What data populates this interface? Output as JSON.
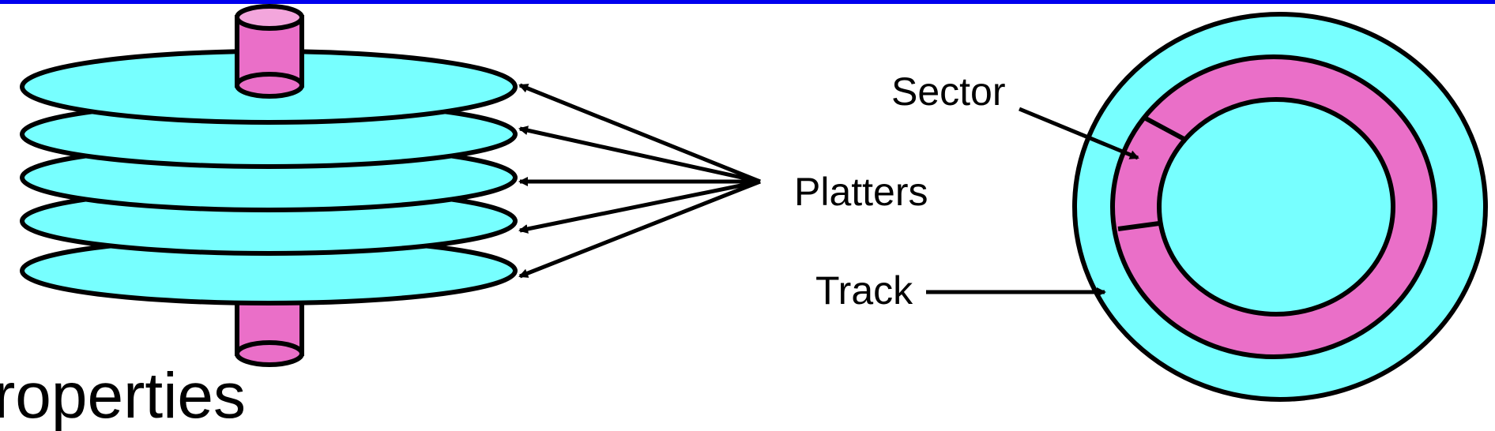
{
  "colors": {
    "top_rule": "#0000ee",
    "platter_fill": "#77ffff",
    "spindle_fill": "#ea6fc8",
    "spindle_cap": "#f3a6dc",
    "track_fill": "#ea6fc8",
    "outline": "#000000"
  },
  "labels": {
    "platters": "Platters",
    "sector": "Sector",
    "track": "Track",
    "properties_fragment": "roperties"
  }
}
